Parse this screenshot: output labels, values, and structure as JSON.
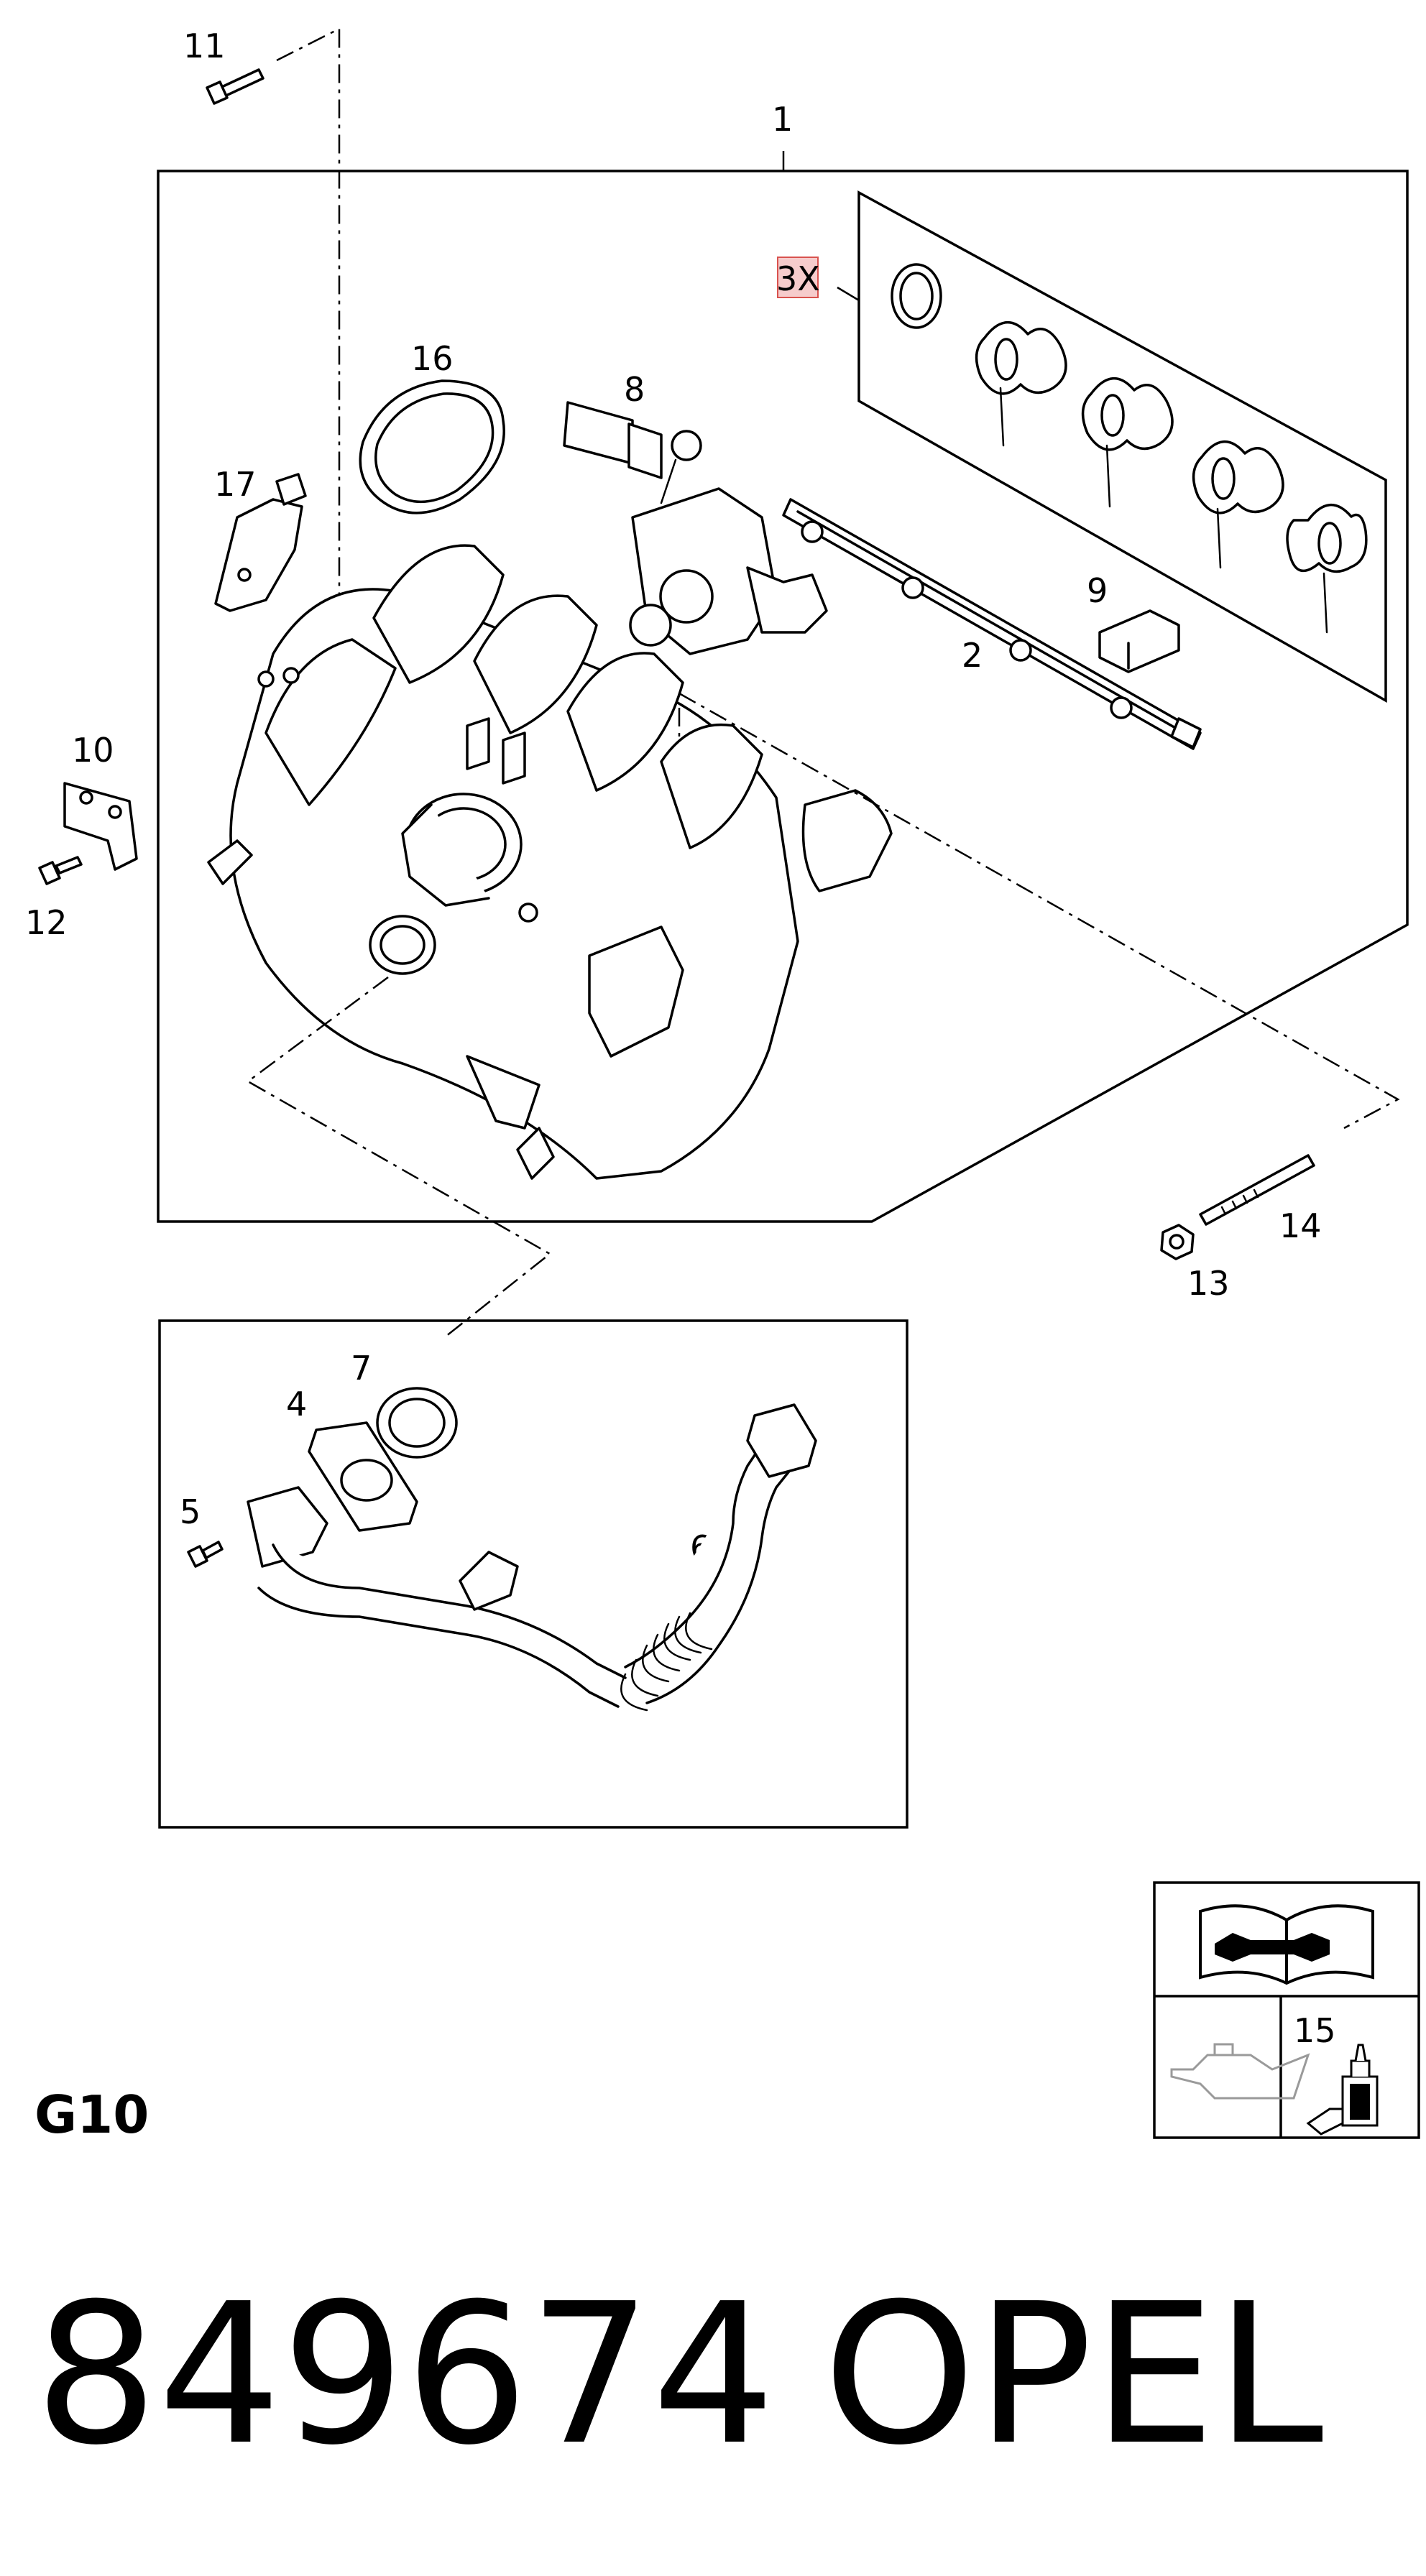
{
  "diagram": {
    "callouts": {
      "c1": "1",
      "c2": "2",
      "c3x": "3X",
      "c4": "4",
      "c5": "5",
      "c6": "6",
      "c7": "7",
      "c8": "8",
      "c9": "9",
      "c10": "10",
      "c11": "11",
      "c12": "12",
      "c13": "13",
      "c14": "14",
      "c15": "15",
      "c16": "16",
      "c17": "17"
    },
    "group_code": "G10",
    "part_number": "849674",
    "brand": "OPEL",
    "colors": {
      "line": "#000000",
      "highlight_fill": "#f6cccc",
      "highlight_stroke": "#d9534f",
      "muted_icon": "#9a9a9a"
    },
    "icons": [
      "repair-manual-wrench-icon",
      "oil-can-icon",
      "sealant-tube-icon"
    ]
  }
}
